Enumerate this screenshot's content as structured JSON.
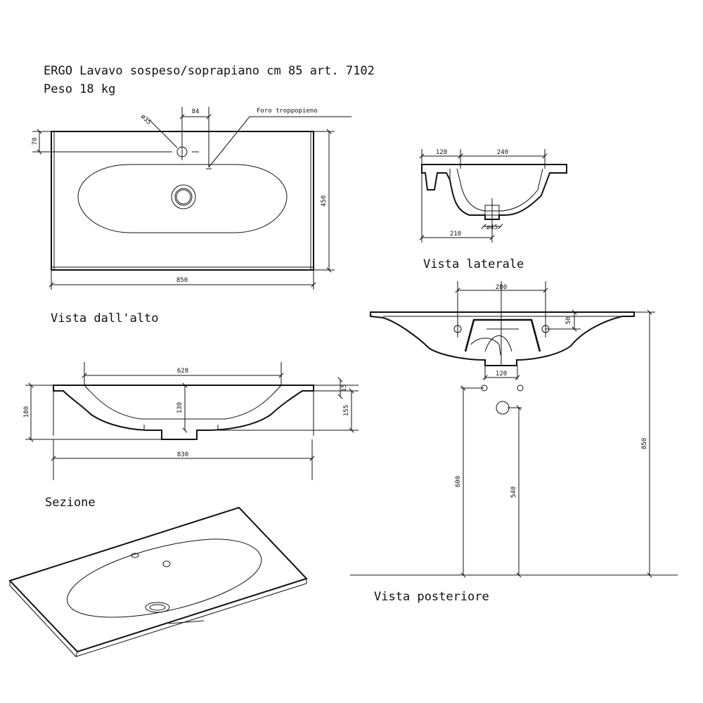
{
  "header": {
    "title": "ERGO Lavavo sospeso/soprapiano cm 85 art. 7102",
    "weight": "Peso 18 kg"
  },
  "top_view": {
    "caption": "Vista dall'alto",
    "dim_width": "850",
    "dim_depth": "450",
    "dim_hole_offset": "84",
    "dim_hole_edge": "70",
    "dim_hole_diam": "ø35",
    "overflow_label": "Foro troppopieno"
  },
  "side_view": {
    "caption": "Vista laterale",
    "dim_a": "120",
    "dim_b": "240",
    "dim_c": "210",
    "dim_drain": "ø45"
  },
  "section_view": {
    "caption": "Sezione",
    "dim_bowl": "628",
    "dim_overall": "830",
    "dim_height": "180",
    "dim_depth": "130",
    "dim_right": "155",
    "dim_rim": "15"
  },
  "rear_view": {
    "caption": "Vista posteriore",
    "dim_fix": "280",
    "dim_edge": "50",
    "dim_drain": "120",
    "dim_600": "600",
    "dim_540": "540",
    "dim_850": "850"
  }
}
